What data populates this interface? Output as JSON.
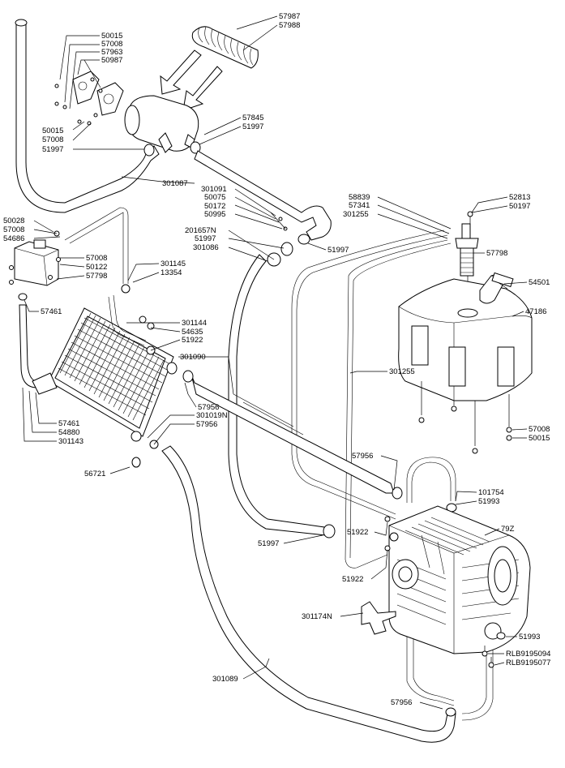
{
  "labels": {
    "l57987": "57987",
    "l57988": "57988",
    "l50015a": "50015",
    "l57008a": "57008",
    "l57963": "57963",
    "l50987": "50987",
    "l50015b": "50015",
    "l57008b": "57008",
    "l51997a": "51997",
    "l57845": "57845",
    "l51997b": "51997",
    "l301087": "301087",
    "l301091": "301091",
    "l50075": "50075",
    "l50172": "50172",
    "l50995": "50995",
    "l201657N": "201657N",
    "l51997c": "51997",
    "l301086": "301086",
    "l51997d": "51997",
    "l58839": "58839",
    "l57341": "57341",
    "l301255a": "301255",
    "l52813": "52813",
    "l50197": "50197",
    "l57798a": "57798",
    "l50028": "50028",
    "l57008c": "57008",
    "l54686": "54686",
    "l57008d": "57008",
    "l50122": "50122",
    "l57798b": "57798",
    "l301145": "301145",
    "l13354": "13354",
    "l54501": "54501",
    "l47186": "47186",
    "l57461a": "57461",
    "l301144": "301144",
    "l54635": "54635",
    "l51922a": "51922",
    "l301090": "301090",
    "l301255b": "301255",
    "l57956a": "57956",
    "l301019N": "301019N",
    "l57956b": "57956",
    "l57461b": "57461",
    "l54880": "54880",
    "l301143": "301143",
    "l57008e": "57008",
    "l50015c": "50015",
    "l57956c": "57956",
    "l56721": "56721",
    "l101754": "101754",
    "l51993a": "51993",
    "l79Z": "79Z",
    "l51922b": "51922",
    "l51997e": "51997",
    "l51922c": "51922",
    "l301174N": "301174N",
    "l51993b": "51993",
    "lRLB9195094": "RLB9195094",
    "lRLB9195077": "RLB9195077",
    "l301089": "301089",
    "l57956d": "57956"
  }
}
